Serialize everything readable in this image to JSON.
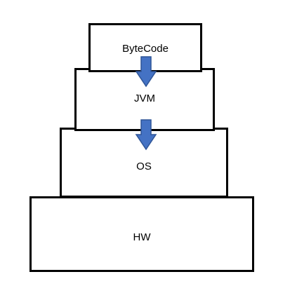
{
  "diagram": {
    "layers": [
      {
        "id": "bytecode",
        "label": "ByteCode"
      },
      {
        "id": "jvm",
        "label": "JVM"
      },
      {
        "id": "os",
        "label": "OS"
      },
      {
        "id": "hw",
        "label": "HW"
      }
    ],
    "arrows": [
      {
        "from": "ByteCode",
        "to": "JVM"
      },
      {
        "from": "JVM",
        "to": "OS"
      }
    ],
    "colors": {
      "border": "#000000",
      "arrow_fill": "#4472C4",
      "arrow_stroke": "#2F5597",
      "background": "#ffffff"
    }
  }
}
